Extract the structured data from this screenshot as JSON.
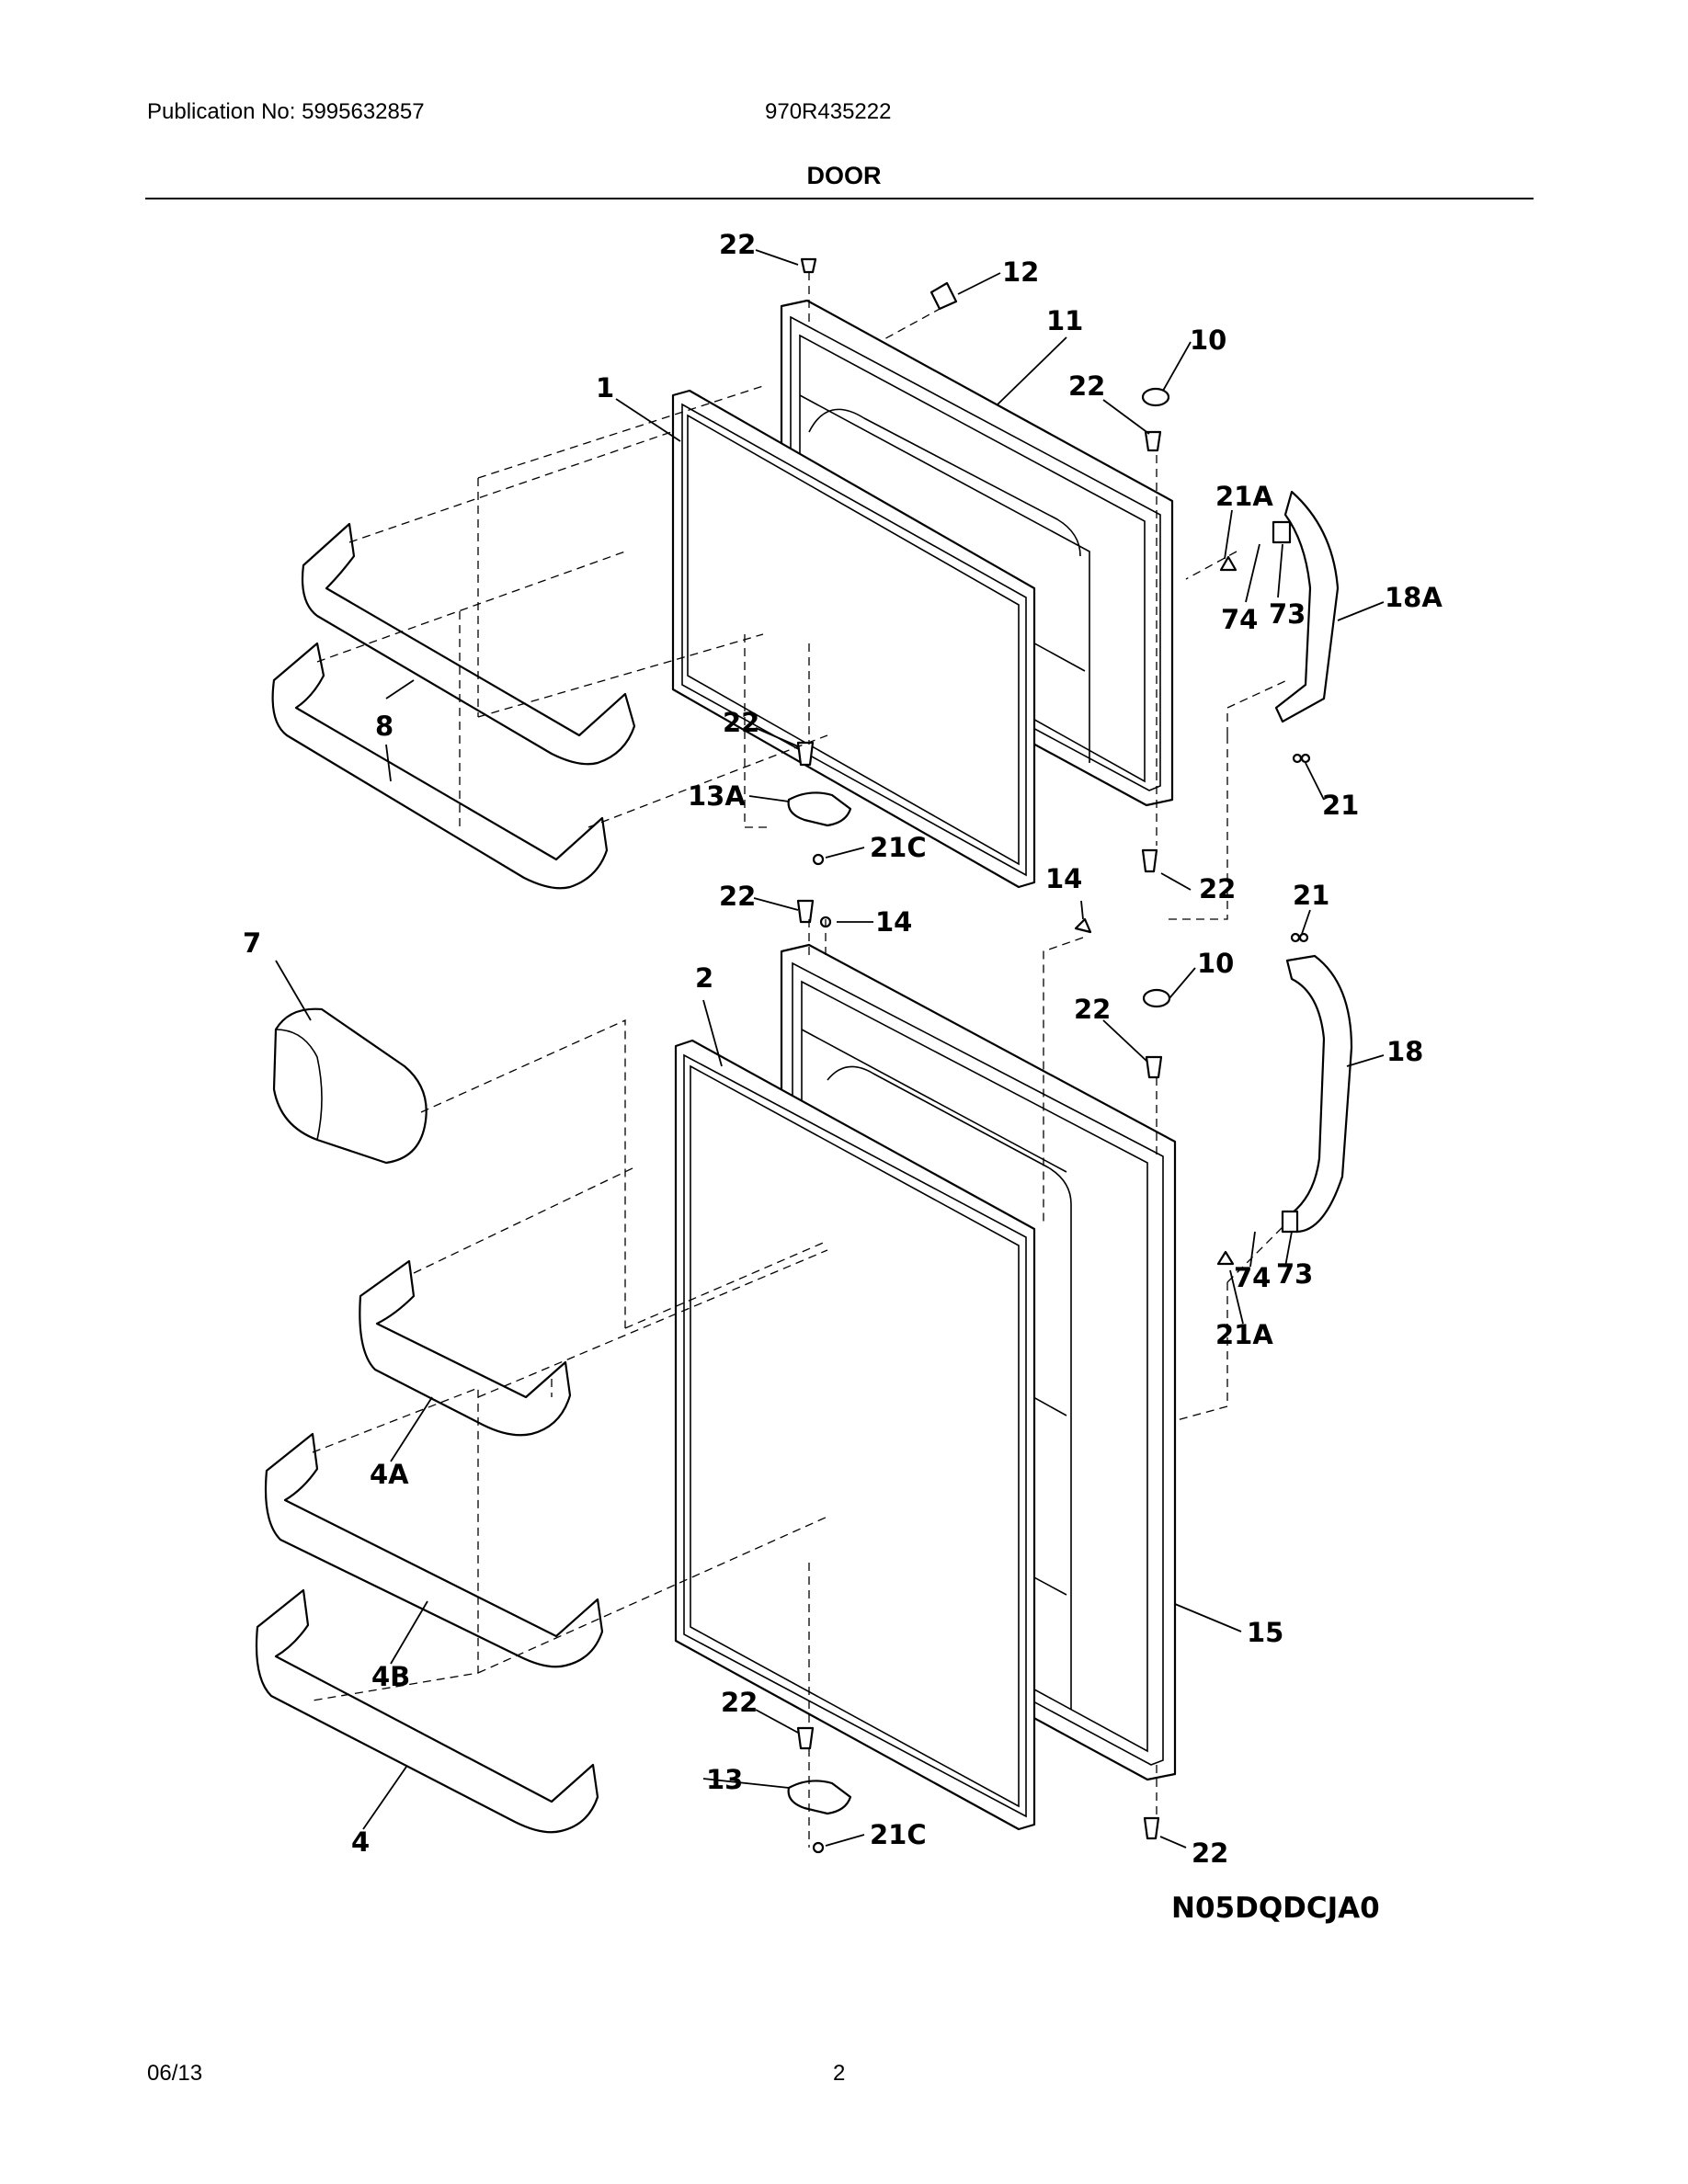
{
  "header": {
    "publication": "Publication No: 5995632857",
    "model": "970R435222",
    "section_title": "DOOR"
  },
  "callouts": {
    "c22_top": "22",
    "c12": "12",
    "c11": "11",
    "c10_top": "10",
    "c22_tr": "22",
    "c1": "1",
    "c21A_top": "21A",
    "c18A": "18A",
    "c74_top": "74",
    "c73_top": "73",
    "c8": "8",
    "c22_mid": "22",
    "c13A": "13A",
    "c21C_top": "21C",
    "c21_top": "21",
    "c14_right": "14",
    "c22_midr": "22",
    "c21_mid": "21",
    "c22_left2": "22",
    "c14_left": "14",
    "c7": "7",
    "c2": "2",
    "c10_mid": "10",
    "c22_mid2": "22",
    "c18": "18",
    "c74_bot": "74",
    "c73_bot": "73",
    "c21A_bot": "21A",
    "c4A": "4A",
    "c4B": "4B",
    "c4": "4",
    "c15": "15",
    "c22_bot": "22",
    "c13": "13",
    "c21C_bot": "21C",
    "c22_botr": "22"
  },
  "drawing_code": "N05DQDCJA0",
  "footer": {
    "date": "06/13",
    "page": "2"
  }
}
